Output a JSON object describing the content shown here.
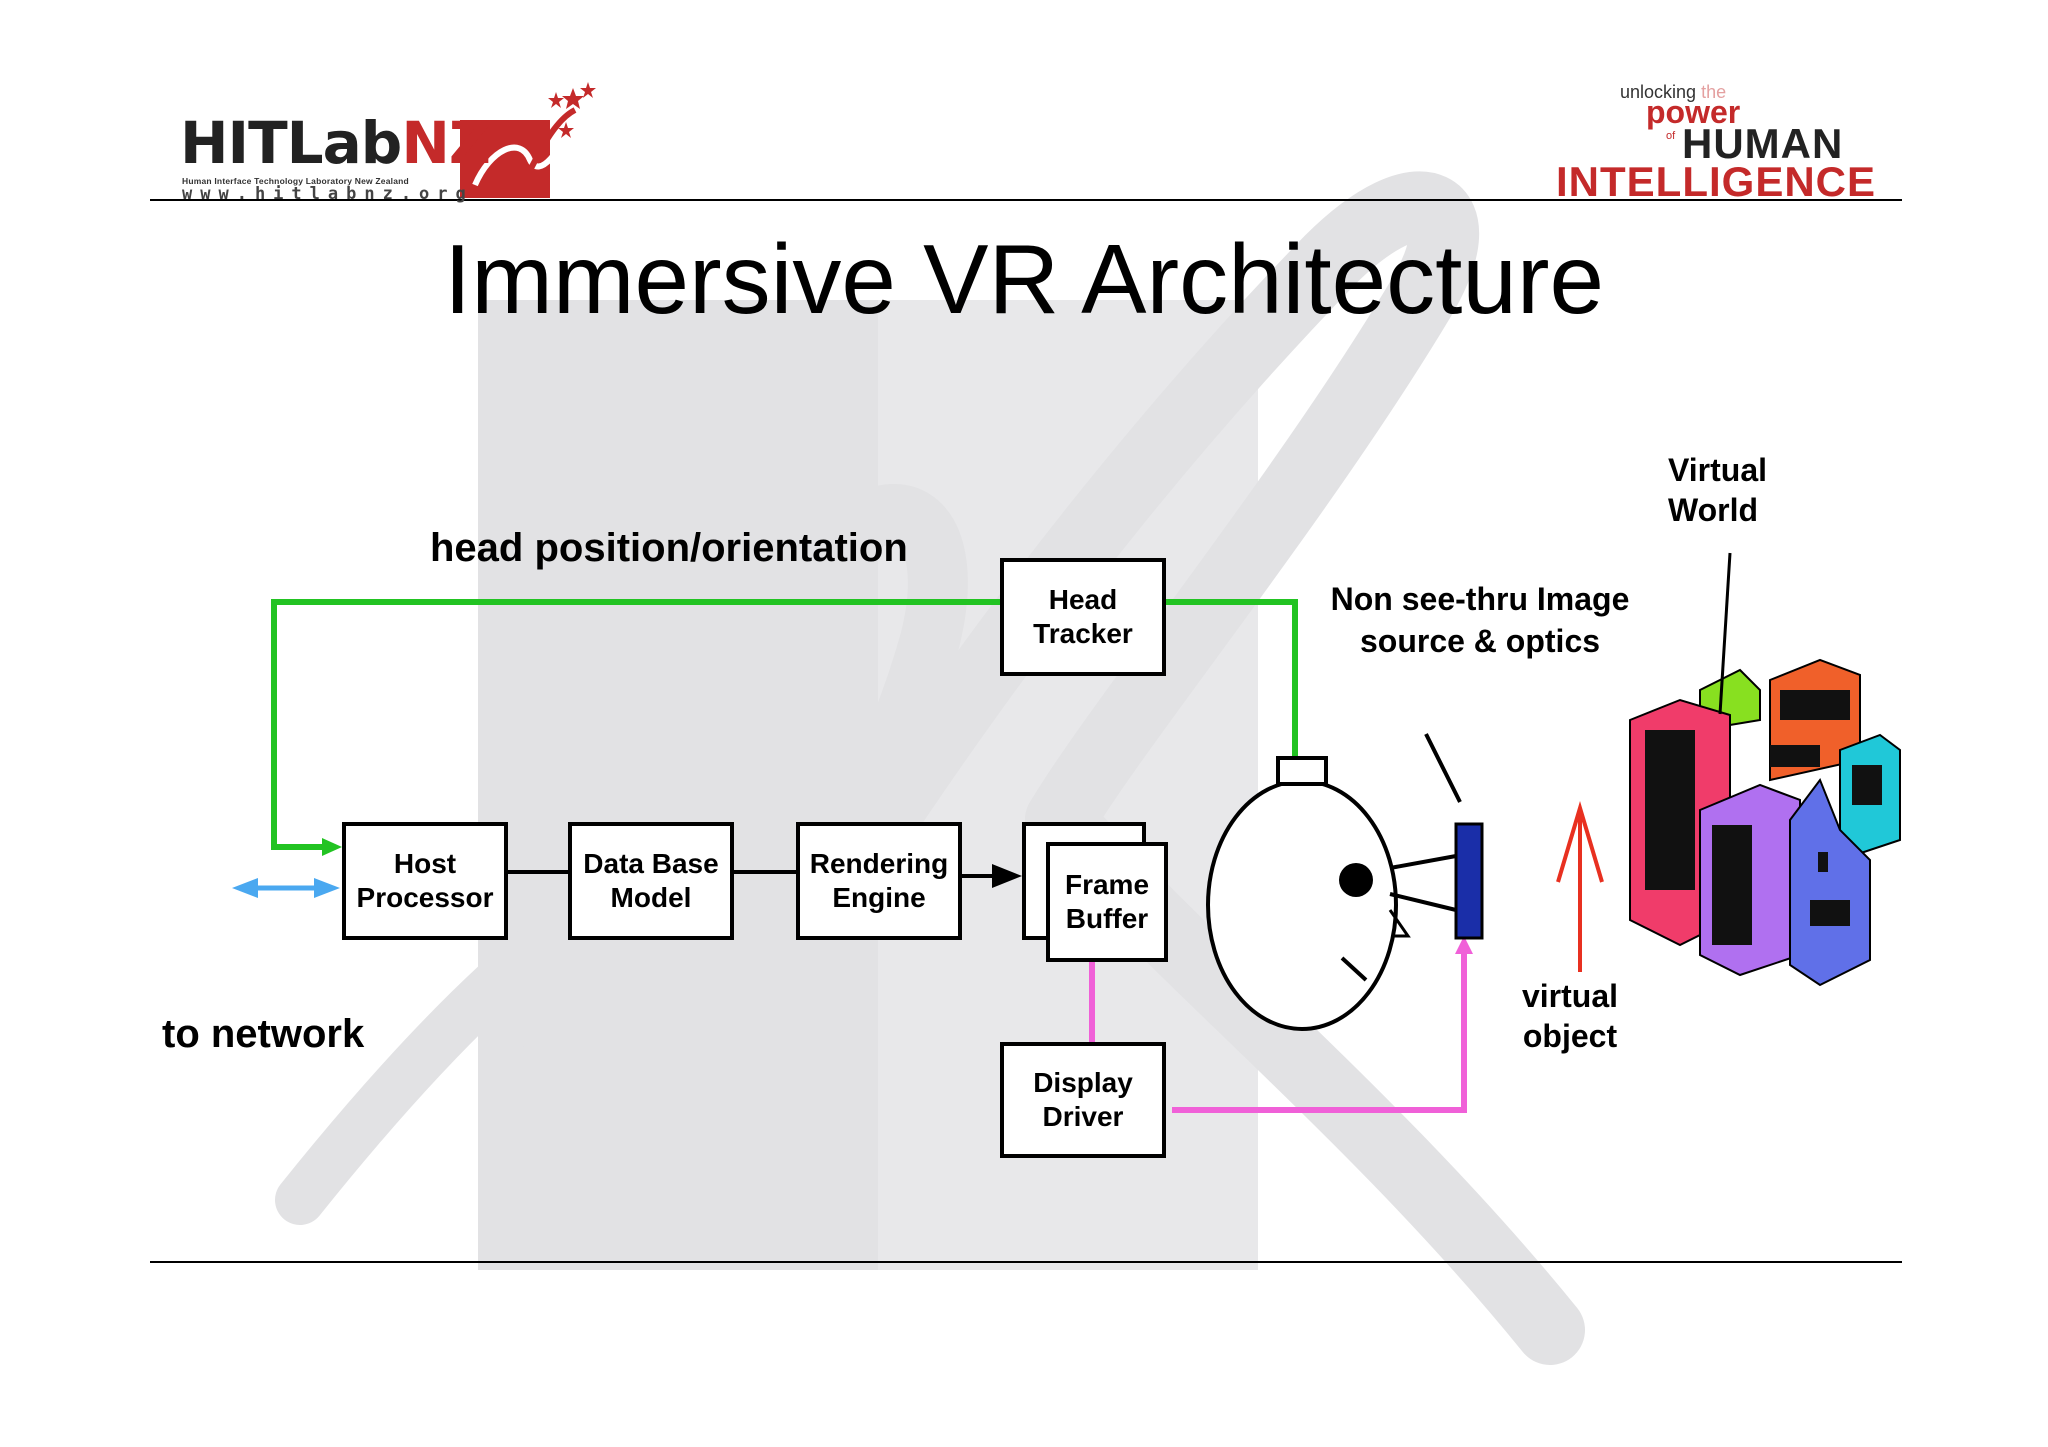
{
  "header": {
    "logo_brand": "HITLab",
    "logo_brand_suffix": "NZ",
    "logo_subtitle": "Human Interface Technology Laboratory New Zealand",
    "logo_url": "www.hitlabnz.org",
    "tagline_unlocking": "unlocking",
    "tagline_the": "the",
    "tagline_power": "power",
    "tagline_of": "of",
    "tagline_human": "HUMAN",
    "tagline_intelligence": "INTELLIGENCE"
  },
  "slide": {
    "title": "Immersive VR Architecture"
  },
  "diagram": {
    "label_head_position": "head position/orientation",
    "label_to_network": "to network",
    "label_non_see_thru": "Non see-thru Image source & optics",
    "label_virtual_world": "Virtual World",
    "label_virtual_object": "virtual object",
    "boxes": {
      "head_tracker": "Head\nTracker",
      "host_processor": "Host\nProcessor",
      "database_model": "Data Base\nModel",
      "rendering_engine": "Rendering\nEngine",
      "frame_buffer": "Frame\nBuffer",
      "display_driver": "Display\nDriver"
    },
    "colors": {
      "tracking_line": "#22c322",
      "display_line": "#f060d8",
      "network_arrow": "#4aa8f0",
      "virtual_object_arrow": "#e83020",
      "optics_block": "#1a2ea8",
      "watermark": "#e2e2e4",
      "brand_red": "#c42a2a"
    }
  }
}
